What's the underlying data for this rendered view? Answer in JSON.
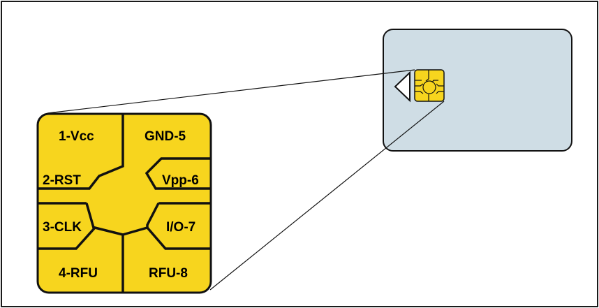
{
  "colors": {
    "background": "#ffffff",
    "frame": "#000000",
    "card_fill": "#cfdde5",
    "chip_fill": "#f7d51e",
    "outline": "#111111"
  },
  "card": {
    "description_icon": "smart-card-icon"
  },
  "chip": {
    "contacts": [
      {
        "id": "vcc",
        "label": "1-Vcc"
      },
      {
        "id": "gnd",
        "label": "GND-5"
      },
      {
        "id": "rst",
        "label": "2-RST"
      },
      {
        "id": "vpp",
        "label": "Vpp-6"
      },
      {
        "id": "clk",
        "label": "3-CLK"
      },
      {
        "id": "io",
        "label": "I/O-7"
      },
      {
        "id": "rfu4",
        "label": "4-RFU"
      },
      {
        "id": "rfu8",
        "label": "RFU-8"
      }
    ]
  }
}
